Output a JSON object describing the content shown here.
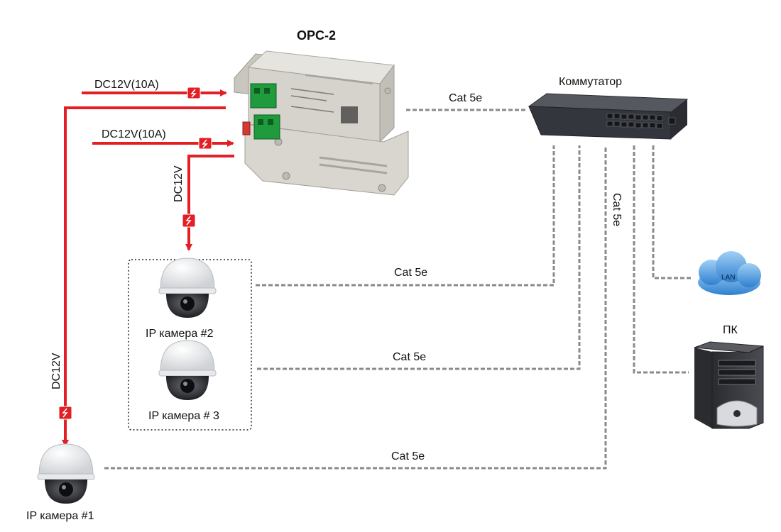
{
  "diagram": {
    "device_title": "OPC-2",
    "power_input_1": "DC12V(10A)",
    "power_input_2": "DC12V(10A)",
    "power_out_camera2": "DC12V",
    "power_out_camera1": "DC12V",
    "cable_label": "Cat 5e",
    "switch_label": "Коммутатор",
    "lan_label": "LAN",
    "pc_label": "ПК",
    "camera_1": "IP камера  #1",
    "camera_2": "IP камера  #2",
    "camera_3": "IP камера  # 3",
    "colors": {
      "power": "#e31e24",
      "cable": "#777777",
      "device": "#dcdad4",
      "terminal": "#1f9a3d",
      "switch": "#3a3d44",
      "cloud": "#3c8fd6"
    }
  }
}
